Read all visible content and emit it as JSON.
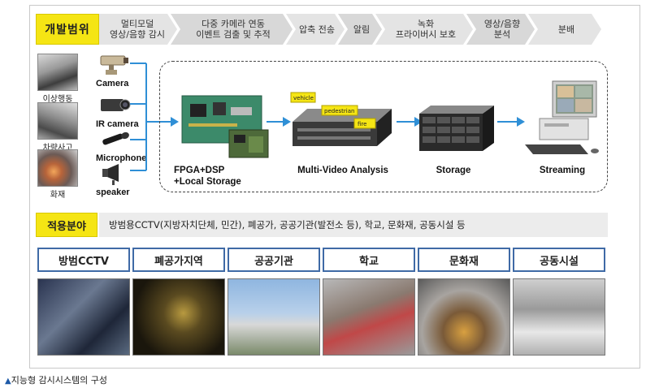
{
  "scope": {
    "label": "개발범위",
    "steps": [
      "멀티모덜\n영상/음향 감시",
      "다중 카메라 연동\n이벤트 검출 및 추적",
      "압축 전송",
      "알림",
      "녹화\n프라이버시 보호",
      "영상/음향\n분석",
      "분배"
    ]
  },
  "incidents": [
    {
      "caption": "이상행동",
      "icon": "abnormal-behavior-photo"
    },
    {
      "caption": "차량사고",
      "icon": "car-accident-photo"
    },
    {
      "caption": "화재",
      "icon": "fire-photo"
    }
  ],
  "sensors": [
    {
      "label": "Camera",
      "icon": "ptz-camera-icon"
    },
    {
      "label": "IR camera",
      "icon": "ir-camera-icon"
    },
    {
      "label": "Microphone",
      "icon": "microphone-icon"
    },
    {
      "label": "speaker",
      "icon": "speaker-icon"
    }
  ],
  "pipeline": {
    "fpga_line1": "FPGA+DSP",
    "fpga_line2": "+Local Storage",
    "analysis": "Multi-Video Analysis",
    "analysis_tags": [
      "vehicle",
      "pedestrian",
      "fire"
    ],
    "storage": "Storage",
    "streaming": "Streaming"
  },
  "application": {
    "label": "적용분야",
    "text": "방범용CCTV(지방자치단체, 민간), 폐공가, 공공기관(발전소 등), 학교, 문화재, 공동시설 등",
    "tiles": [
      "방범CCTV",
      "폐공가지역",
      "공공기관",
      "학교",
      "문화재",
      "공동시설"
    ]
  },
  "caption": {
    "marker": "▲",
    "text": "지능형 감시시스템의 구성"
  },
  "colors": {
    "accent_yellow": "#f5e514",
    "arrow_blue": "#2f8fd6",
    "tile_border": "#3f6aa6"
  }
}
